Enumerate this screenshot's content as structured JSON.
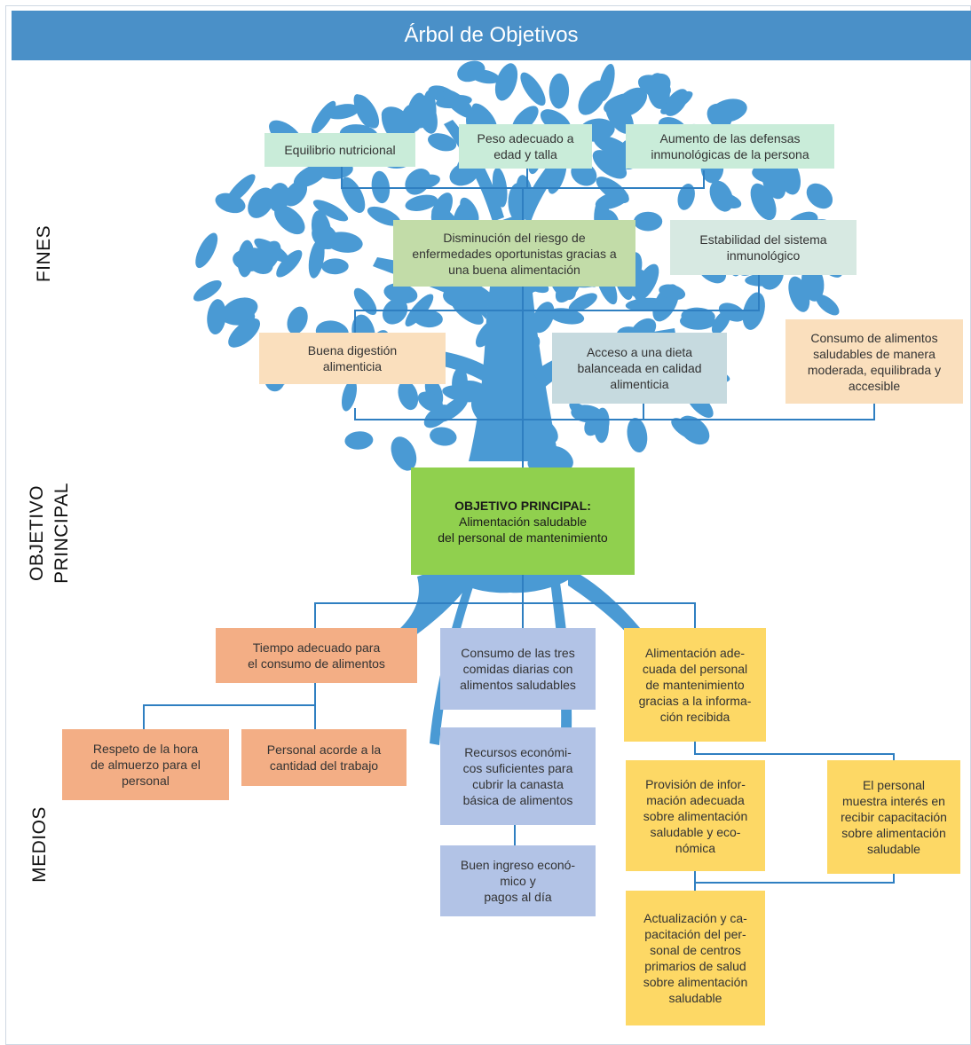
{
  "title": "Árbol de Objetivos",
  "labels": {
    "fines": "FINES",
    "objetivo_line1": "OBJETIVO",
    "objetivo_line2": "PRINCIPAL",
    "medios": "MEDIOS"
  },
  "fines": {
    "f1": "Equilibrio nutricional",
    "f2": "Peso adecuado a\nedad y talla",
    "f3": "Aumento de las defensas\ninmunológicas de la persona",
    "f4": "Disminución del riesgo de\nenfermedades oportunistas gracias a\nuna buena alimentación",
    "f5": "Estabilidad del sistema\ninmunológico",
    "f6": "Buena digestión\nalimenticia",
    "f7": "Acceso a una dieta\nbalanceada en calidad\nalimenticia",
    "f8": "Consumo de alimentos\nsaludables de manera\nmoderada, equilibrada y\naccesible"
  },
  "objetivo": {
    "title": "OBJETIVO PRINCIPAL:",
    "text": "Alimentación saludable\ndel personal de mantenimiento"
  },
  "medios": {
    "m1": "Tiempo adecuado para\nel consumo de alimentos",
    "m2": "Consumo de las tres\ncomidas diarias con\nalimentos saludables",
    "m3": "Alimentación ade-\ncuada del personal\nde mantenimiento\ngracias a la informa-\nción recibida",
    "m4": "Respeto de la hora\nde almuerzo para el\npersonal",
    "m5": "Personal acorde a la\ncantidad del trabajo",
    "m6": "Recursos económi-\ncos suficientes para\ncubrir la canasta\nbásica de alimentos",
    "m7": "Buen ingreso econó-\nmico y\npagos al día",
    "m8": "Provisión de infor-\nmación adecuada\nsobre alimentación\nsaludable y eco-\nnómica",
    "m9": "El personal\nmuestra interés en\nrecibir capacitación\nsobre alimentación\nsaludable",
    "m10": "Actualización y ca-\npacitación del per-\nsonal de centros\nprimarios de salud\nsobre alimentación\nsaludable"
  },
  "colors": {
    "header": "#4a90c8",
    "tree": "#4a9ad4",
    "line": "#2f7fc1"
  }
}
